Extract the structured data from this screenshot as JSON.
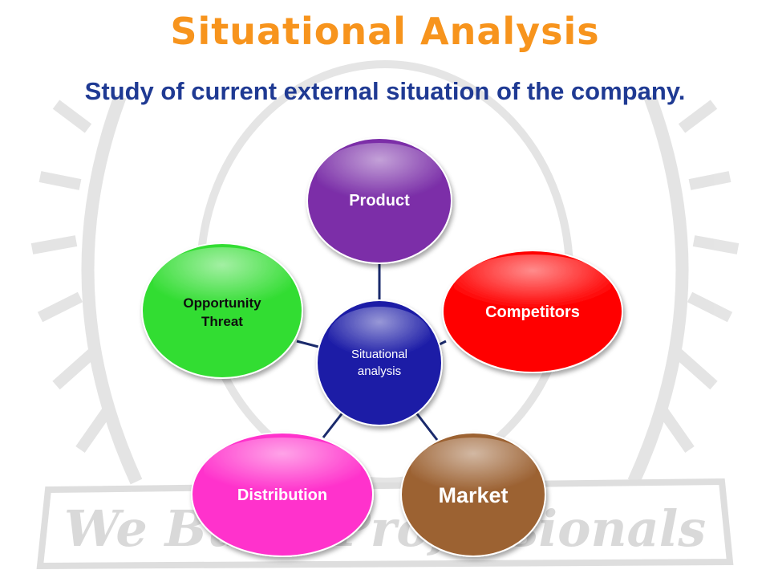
{
  "slide": {
    "title": "Situational Analysis",
    "subtitle": "Study of current external situation of the company.",
    "title_color": "#f7941d",
    "subtitle_color": "#1f3a93"
  },
  "watermark": {
    "text": "We Build Professionals",
    "color": "#d9d9d9"
  },
  "diagram": {
    "center": {
      "lines": [
        "Situational",
        "analysis"
      ],
      "color": "#1a1aa6"
    },
    "nodes": [
      {
        "id": "product",
        "lines": [
          "Product"
        ],
        "color": "#7b2fa8"
      },
      {
        "id": "competitors",
        "lines": [
          "Competitors"
        ],
        "color": "#ff0000"
      },
      {
        "id": "market",
        "lines": [
          "Market"
        ],
        "color": "#9c6233"
      },
      {
        "id": "distribution",
        "lines": [
          "Distribution"
        ],
        "color": "#ff33cc"
      },
      {
        "id": "opportunity-threat",
        "lines": [
          "Opportunity",
          "Threat"
        ],
        "color": "#33dd33"
      }
    ],
    "connector_color": "#1a2a6c"
  }
}
